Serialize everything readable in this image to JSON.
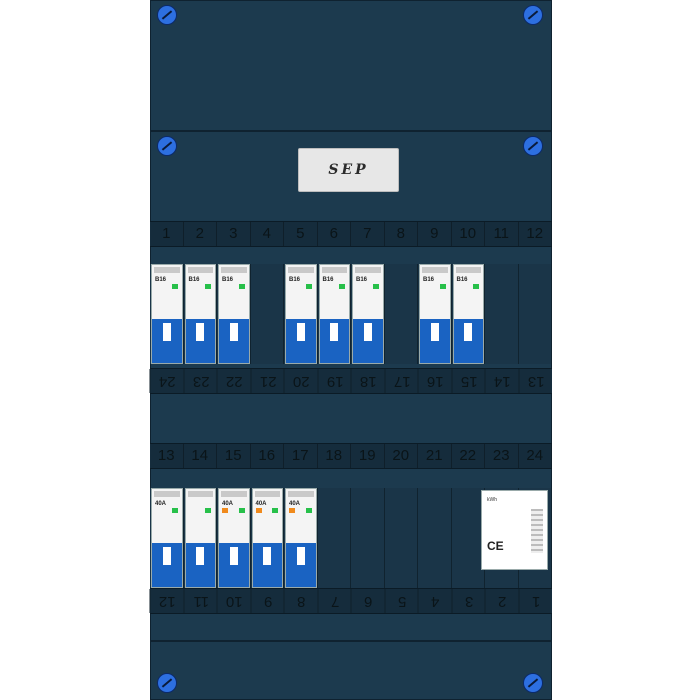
{
  "brand": "SEP",
  "top_numbers": [
    "1",
    "2",
    "3",
    "4",
    "5",
    "6",
    "7",
    "8",
    "9",
    "10",
    "11",
    "12"
  ],
  "row1_bottom_numbers": [
    "24",
    "23",
    "22",
    "21",
    "20",
    "19",
    "18",
    "17",
    "16",
    "15",
    "14",
    "13"
  ],
  "row2_top_numbers": [
    "13",
    "14",
    "15",
    "16",
    "17",
    "18",
    "19",
    "20",
    "21",
    "22",
    "23",
    "24"
  ],
  "row2_bottom_numbers": [
    "12",
    "11",
    "10",
    "9",
    "8",
    "7",
    "6",
    "5",
    "4",
    "3",
    "2",
    "1"
  ],
  "breakers_row1": [
    "B16",
    "B16",
    "B16",
    "B16",
    "B16",
    "B16",
    "B16",
    "B16"
  ],
  "breakers_row2": [
    "40A",
    "",
    "40A",
    "40A",
    "40A"
  ],
  "meter_label": "kWh"
}
